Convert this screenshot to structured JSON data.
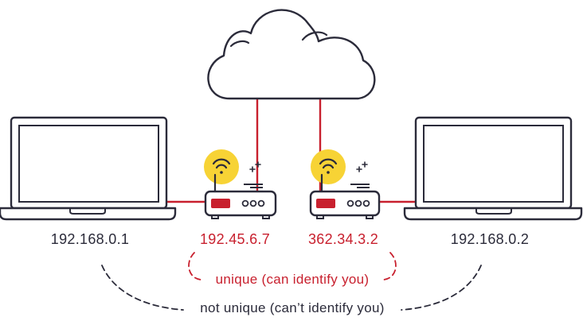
{
  "colors": {
    "outline": "#2b2b3a",
    "connection": "#c8202e",
    "wifi_badge": "#f7d335",
    "router_led": "#c8202e"
  },
  "icons": {
    "cloud": "cloud-icon",
    "laptop": "laptop-icon",
    "router": "router-icon",
    "wifi": "wifi-icon"
  },
  "devices": {
    "laptop_left": {
      "ip": "192.168.0.1"
    },
    "router_left": {
      "ip": "192.45.6.7"
    },
    "router_right": {
      "ip": "362.34.3.2"
    },
    "laptop_right": {
      "ip": "192.168.0.2"
    }
  },
  "captions": {
    "public": "unique (can identify you)",
    "private": "not unique (can’t identify you)"
  }
}
